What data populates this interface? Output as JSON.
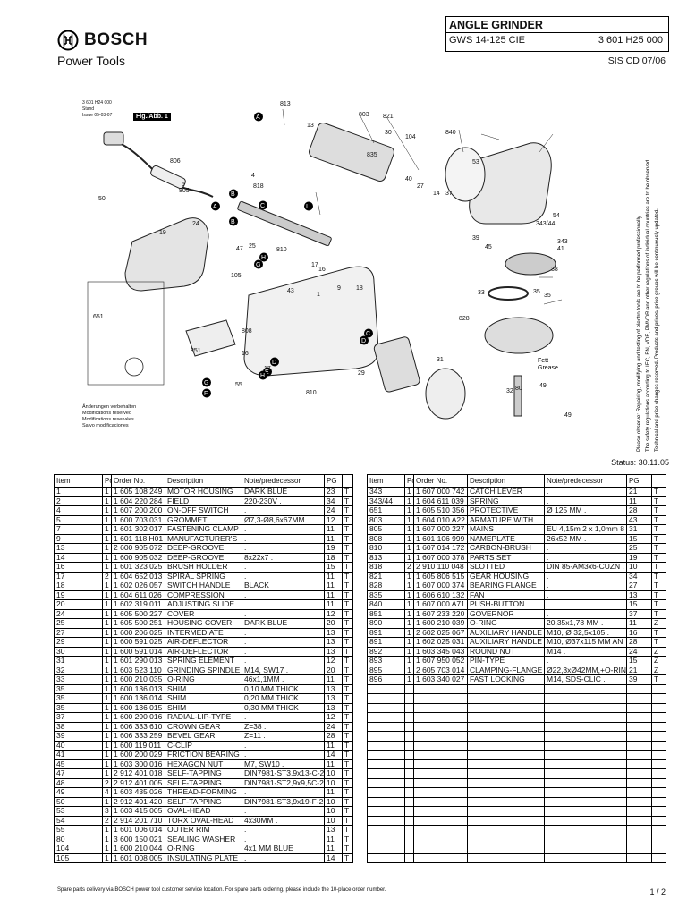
{
  "brand": {
    "name": "BOSCH",
    "sub": "Power Tools"
  },
  "title_box": {
    "product": "ANGLE GRINDER",
    "model": "GWS 14-125 CIE",
    "number": "3 601 H25 000"
  },
  "sis": "SIS CD 07/06",
  "diagram": {
    "doc_number": "3 601 H24 000",
    "stand": "Stand",
    "issue": "Issue",
    "issue_date": "05-03-07",
    "fig_label": "Fig./Abb. 1",
    "changes": [
      "Änderungen vorbehalten",
      "Modifications reserved",
      "Modifications reservées",
      "Salvo modificaciones"
    ],
    "note_fett": "Fett",
    "note_grease": "Grease",
    "side_note": [
      "Please observe: Repairing, modifying and testing of electro tools are to be performed professionally.",
      "The safety regulations according to IEC, EN, VDE, PMVDR and other regulations of individual countries are to be observed.",
      "Technical and price changes reserved. Products and prices/ price groups will be continuously updated."
    ],
    "labels": [
      "813",
      "803",
      "821",
      "30",
      "104",
      "840",
      "A",
      "13",
      "806",
      "835",
      "53",
      "40",
      "27",
      "14",
      "37",
      "5",
      "805",
      "B",
      "4",
      "818",
      "50",
      "A",
      "B",
      "C",
      "I",
      "19",
      "24",
      "25",
      "47",
      "810",
      "17",
      "16",
      "G",
      "H",
      "105",
      "43",
      "35",
      "39",
      "45",
      "343/44",
      "54",
      "343",
      "41",
      "38",
      "33",
      "35",
      "828",
      "9",
      "18",
      "1",
      "808",
      "651",
      "851",
      "16",
      "17",
      "D",
      "55",
      "810",
      "E",
      "F",
      "G",
      "H",
      "C",
      "D",
      "29",
      "31",
      "80",
      "49",
      "32",
      "49"
    ]
  },
  "status": "Status: 30.11.05",
  "table_headers": {
    "item": "Item",
    "pc": "Pc",
    "order": "Order No.",
    "description": "Description",
    "note": "Note/predecessor",
    "pg": "PG",
    "ind": ""
  },
  "parts_left": [
    [
      "1",
      "1",
      "1 605 108 249",
      "MOTOR HOUSING",
      "DARK BLUE",
      "23",
      "T"
    ],
    [
      "2",
      "1",
      "1 604 220 284",
      "FIELD",
      "220-230V .",
      "34",
      "T"
    ],
    [
      "4",
      "1",
      "1 607 200 200",
      "ON-OFF SWITCH",
      ".",
      "24",
      "T"
    ],
    [
      "5",
      "1",
      "1 600 703 031",
      "GROMMET",
      "Ø7,3-Ø8,6x67MM .",
      "12",
      "T"
    ],
    [
      "7",
      "1",
      "1 601 302 017",
      "FASTENING CLAMP",
      ".",
      "11",
      "T"
    ],
    [
      "9",
      "1",
      "1 601 118 H01",
      "MANUFACTURER'S",
      ".",
      "11",
      "T"
    ],
    [
      "13",
      "1",
      "2 600 905 072",
      "DEEP-GROOVE",
      ".",
      "19",
      "T"
    ],
    [
      "14",
      "1",
      "1 600 905 032",
      "DEEP-GROOVE",
      "8x22x7 .",
      "18",
      "T"
    ],
    [
      "16",
      "1",
      "1 601 323 025",
      "BRUSH HOLDER",
      ".",
      "15",
      "T"
    ],
    [
      "17",
      "2",
      "1 604 652 013",
      "SPIRAL SPRING",
      ".",
      "11",
      "T"
    ],
    [
      "18",
      "1",
      "1 602 026 057",
      "SWITCH HANDLE",
      "BLACK",
      "11",
      "T"
    ],
    [
      "19",
      "1",
      "1 604 611 026",
      "COMPRESSION",
      ".",
      "11",
      "T"
    ],
    [
      "20",
      "1",
      "1 602 319 011",
      "ADJUSTING SLIDE",
      ".",
      "11",
      "T"
    ],
    [
      "24",
      "1",
      "1 605 500 227",
      "COVER",
      ".",
      "12",
      "T"
    ],
    [
      "25",
      "1",
      "1 605 500 251",
      "HOUSING COVER",
      "DARK BLUE",
      "20",
      "T"
    ],
    [
      "27",
      "1",
      "1 600 206 025",
      "INTERMEDIATE",
      ".",
      "13",
      "T"
    ],
    [
      "29",
      "1",
      "1 600 591 025",
      "AIR-DEFLECTOR",
      ".",
      "13",
      "T"
    ],
    [
      "30",
      "1",
      "1 600 591 014",
      "AIR-DEFLECTOR",
      ".",
      "13",
      "T"
    ],
    [
      "31",
      "1",
      "1 601 290 013",
      "SPRING ELEMENT",
      ".",
      "12",
      "T"
    ],
    [
      "32",
      "1",
      "1 603 523 110",
      "GRINDING SPINDLE",
      "M14, SW17 .",
      "20",
      "T"
    ],
    [
      "33",
      "1",
      "1 600 210 035",
      "O-RING",
      "46x1,1MM .",
      "11",
      "T"
    ],
    [
      "35",
      "1",
      "1 600 136 013",
      "SHIM",
      "0,10 MM THICK",
      "13",
      "T"
    ],
    [
      "35",
      "1",
      "1 600 136 014",
      "SHIM",
      "0,20 MM THICK",
      "13",
      "T"
    ],
    [
      "35",
      "1",
      "1 600 136 015",
      "SHIM",
      "0,30 MM THICK",
      "13",
      "T"
    ],
    [
      "37",
      "1",
      "1 600 290 016",
      "RADIAL-LIP-TYPE",
      ".",
      "12",
      "T"
    ],
    [
      "38",
      "1",
      "1 606 333 610",
      "CROWN GEAR",
      "Z=38 .",
      "24",
      "T"
    ],
    [
      "39",
      "1",
      "1 606 333 259",
      "BEVEL GEAR",
      "Z=11 .",
      "28",
      "T"
    ],
    [
      "40",
      "1",
      "1 600 119 011",
      "C-CLIP",
      ".",
      "11",
      "T"
    ],
    [
      "41",
      "1",
      "1 600 200 029",
      "FRICTION BEARING",
      ".",
      "14",
      "T"
    ],
    [
      "45",
      "1",
      "1 603 300 016",
      "HEXAGON NUT",
      "M7, SW10 .",
      "11",
      "T"
    ],
    [
      "47",
      "1",
      "2 912 401 018",
      "SELF-TAPPING",
      "DIN7981-ST3,9x13-C-2",
      "10",
      "T"
    ],
    [
      "48",
      "2",
      "2 912 401 005",
      "SELF-TAPPING",
      "DIN7981-ST2,9x9,5C-2",
      "10",
      "T"
    ],
    [
      "49",
      "4",
      "1 603 435 026",
      "THREAD-FORMING",
      ".",
      "11",
      "T"
    ],
    [
      "50",
      "1",
      "2 912 401 420",
      "SELF-TAPPING",
      "DIN7981-ST3,9x19-F-2",
      "10",
      "T"
    ],
    [
      "53",
      "3",
      "1 603 415 005",
      "OVAL-HEAD",
      ".",
      "10",
      "T"
    ],
    [
      "54",
      "2",
      "2 914 201 710",
      "TORX OVAL-HEAD",
      "4x30MM .",
      "10",
      "T"
    ],
    [
      "55",
      "1",
      "1 601 006 014",
      "OUTER RIM",
      ".",
      "13",
      "T"
    ],
    [
      "80",
      "1",
      "3 600 150 021",
      "SEALING WASHER",
      ".",
      "11",
      "T"
    ],
    [
      "104",
      "1",
      "1 600 210 044",
      "O-RING",
      "4x1 MM BLUE",
      "11",
      "T"
    ],
    [
      "105",
      "1",
      "1 601 008 005",
      "INSULATING PLATE",
      ".",
      "14",
      "T"
    ]
  ],
  "parts_right": [
    [
      "343",
      "1",
      "1 607 000 742",
      "CATCH LEVER",
      ".",
      "21",
      "T"
    ],
    [
      "343/44",
      "1",
      "1 604 611 039",
      "SPRING",
      ".",
      "11",
      "T"
    ],
    [
      "651",
      "1",
      "1 605 510 356",
      "PROTECTIVE",
      "Ø 125 MM .",
      "28",
      "T"
    ],
    [
      "803",
      "1",
      "1 604 010 A22",
      "ARMATURE WITH",
      ".",
      "43",
      "T"
    ],
    [
      "805",
      "1",
      "1 607 000 227",
      "MAINS",
      "EU 4,15m 2 x 1,0mm 8",
      "31",
      "T"
    ],
    [
      "808",
      "1",
      "1 601 106 999",
      "NAMEPLATE",
      "26x52 MM .",
      "15",
      "T"
    ],
    [
      "810",
      "1",
      "1 607 014 172",
      "CARBON-BRUSH",
      ".",
      "25",
      "T"
    ],
    [
      "813",
      "1",
      "1 607 000 378",
      "PARTS SET",
      ".",
      "19",
      "T"
    ],
    [
      "818",
      "2",
      "2 910 110 048",
      "SLOTTED",
      "DIN 85-AM3x6-CUZN .",
      "10",
      "T"
    ],
    [
      "821",
      "1",
      "1 605 806 515",
      "GEAR HOUSING",
      ".",
      "34",
      "T"
    ],
    [
      "828",
      "1",
      "1 607 000 374",
      "BEARING FLANGE",
      ".",
      "27",
      "T"
    ],
    [
      "835",
      "1",
      "1 606 610 132",
      "FAN",
      ".",
      "13",
      "T"
    ],
    [
      "840",
      "1",
      "1 607 000 A71",
      "PUSH-BUTTON",
      ".",
      "15",
      "T"
    ],
    [
      "851",
      "1",
      "1 607 233 220",
      "GOVERNOR",
      ".",
      "37",
      "T"
    ],
    [
      "890",
      "1",
      "1 600 210 039",
      "O-RING",
      "20,35x1,78 MM .",
      "11",
      "Z"
    ],
    [
      "891",
      "1",
      "2 602 025 067",
      "AUXILIARY HANDLE",
      "M10, Ø 32,5x105 .",
      "16",
      "T"
    ],
    [
      "891",
      "1",
      "1 602 025 031",
      "AUXILIARY HANDLE",
      "M10, Ø37x115 MM AN",
      "28",
      "T"
    ],
    [
      "892",
      "1",
      "1 603 345 043",
      "ROUND NUT",
      "M14 .",
      "24",
      "Z"
    ],
    [
      "893",
      "1",
      "1 607 950 052",
      "PIN-TYPE",
      ".",
      "15",
      "Z"
    ],
    [
      "895",
      "1",
      "2 605 703 014",
      "CLAMPING-FLANGE",
      "Ø22,3xØ42MM,+O-RIN",
      "21",
      "Z"
    ],
    [
      "896",
      "1",
      "1 603 340 027",
      "FAST LOCKING",
      "M14, SDS-CLIC .",
      "39",
      "T"
    ]
  ],
  "right_empty_rows": 19,
  "footer_note": "Spare parts delivery via BOSCH power tool customer service location. For spare parts ordering, please include the 10-place order number.",
  "page": "1 / 2"
}
